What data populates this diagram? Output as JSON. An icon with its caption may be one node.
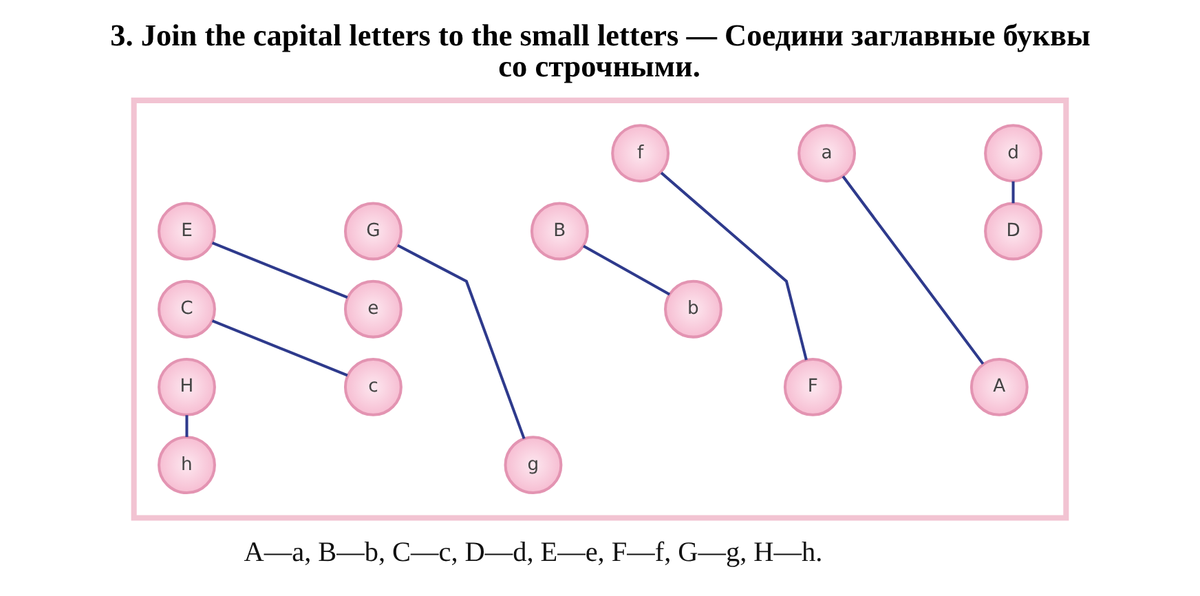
{
  "diagram": {
    "title": "3. Join the capital letters to the small letters — Соедини заглавные буквы со строчными.",
    "nodes": [
      {
        "text": [],
        "shape": "box"
      },
      {
        "text": [
          "d"
        ],
        "in": 0
      },
      {
        "text": [
          "a"
        ],
        "in": 0
      },
      {
        "text": [
          "f"
        ],
        "in": 0
      },
      {
        "text": [
          "B"
        ],
        "in": 0
      },
      {
        "text": [
          "D"
        ],
        "in": 0
      },
      {
        "text": [
          "G"
        ],
        "in": 0
      },
      {
        "text": [
          "E"
        ],
        "in": 0
      },
      {
        "text": [
          "C"
        ],
        "in": 0
      },
      {
        "text": [
          "e"
        ],
        "in": 0
      },
      {
        "text": [
          "b"
        ],
        "in": 0
      },
      {
        "text": [
          "H"
        ],
        "in": 0
      },
      {
        "text": [
          "F"
        ],
        "in": 0
      },
      {
        "text": [
          "A"
        ],
        "in": 0
      },
      {
        "text": [
          "c"
        ],
        "in": 0
      },
      {
        "text": [
          "g"
        ],
        "in": 0
      },
      {
        "text": [
          "h"
        ],
        "in": 0
      }
    ],
    "edges": [
      {
        "from": 1,
        "to": 5,
        "arrow": "none"
      },
      {
        "from": 2,
        "to": 13,
        "arrow": "none"
      },
      {
        "from": 3,
        "to": 12,
        "arrow": "none"
      },
      {
        "from": 4,
        "to": 10,
        "arrow": "none"
      },
      {
        "from": 6,
        "to": 15,
        "arrow": "none"
      },
      {
        "from": 7,
        "to": 9,
        "arrow": "none"
      },
      {
        "from": 8,
        "to": 14,
        "arrow": "none"
      },
      {
        "from": 11,
        "to": 16,
        "arrow": "none"
      }
    ],
    "labels": [
      "A—a, B—b, C—c, D—d, E—e, F—f, G—g, H—h."
    ]
  }
}
